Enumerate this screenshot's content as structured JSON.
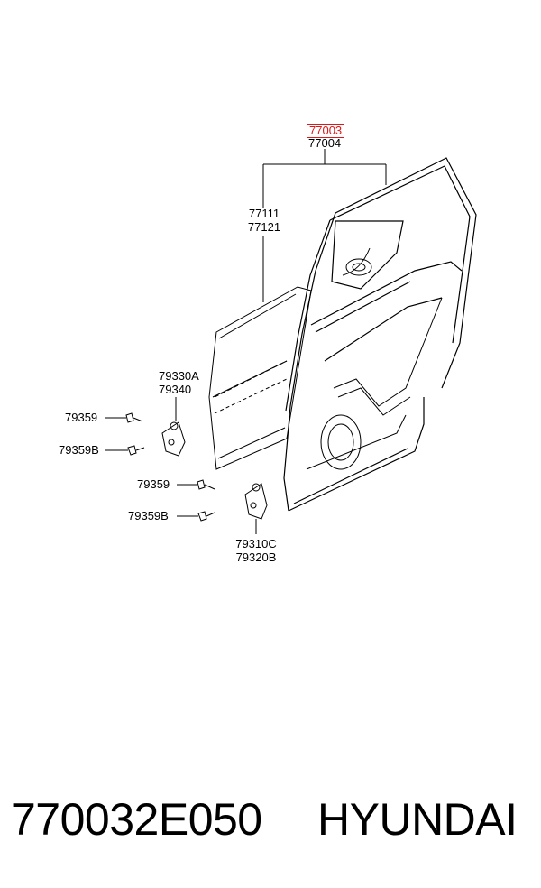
{
  "callouts": {
    "highlighted_part": "77003",
    "part_77004": "77004",
    "panel_line1": "77111",
    "panel_line2": "77121",
    "upper_hinge_line1": "79330A",
    "upper_hinge_line2": "79340",
    "bolt_upper_a": "79359",
    "bolt_upper_b": "79359B",
    "bolt_lower_a": "79359",
    "bolt_lower_b": "79359B",
    "lower_hinge_line1": "79310C",
    "lower_hinge_line2": "79320B"
  },
  "footer": {
    "part_number": "770032E050",
    "brand": "HYUNDAI"
  },
  "colors": {
    "highlight": "#d81a1a",
    "line": "#000000"
  }
}
